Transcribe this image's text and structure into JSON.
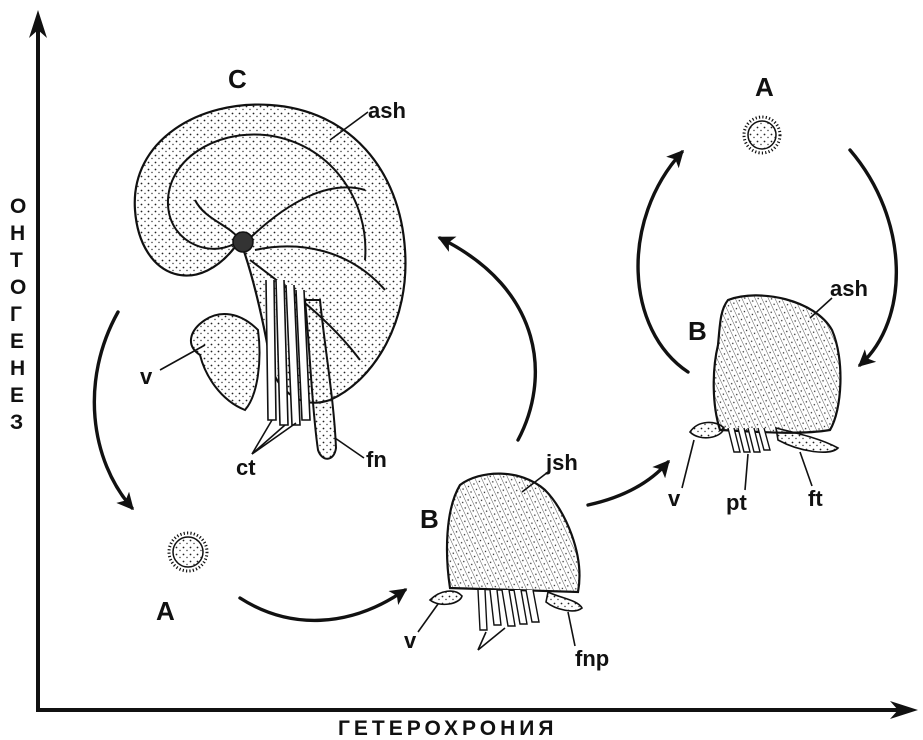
{
  "axes": {
    "x_label": "ГЕТЕРОХРОНИЯ",
    "y_label_letters": [
      "О",
      "Н",
      "Т",
      "О",
      "Г",
      "Е",
      "Н",
      "Е",
      "З"
    ]
  },
  "left_cycle": {
    "stage_c": "C",
    "stage_a": "A",
    "stage_b": "B",
    "labels": {
      "ash": "ash",
      "v_c": "v",
      "ct": "ct",
      "fn": "fn",
      "jsh": "jsh",
      "v_b": "v",
      "fnp": "fnp"
    }
  },
  "right_cycle": {
    "stage_a": "A",
    "stage_b": "B",
    "labels": {
      "ash": "ash",
      "v": "v",
      "pt": "pt",
      "ft": "ft"
    }
  }
}
